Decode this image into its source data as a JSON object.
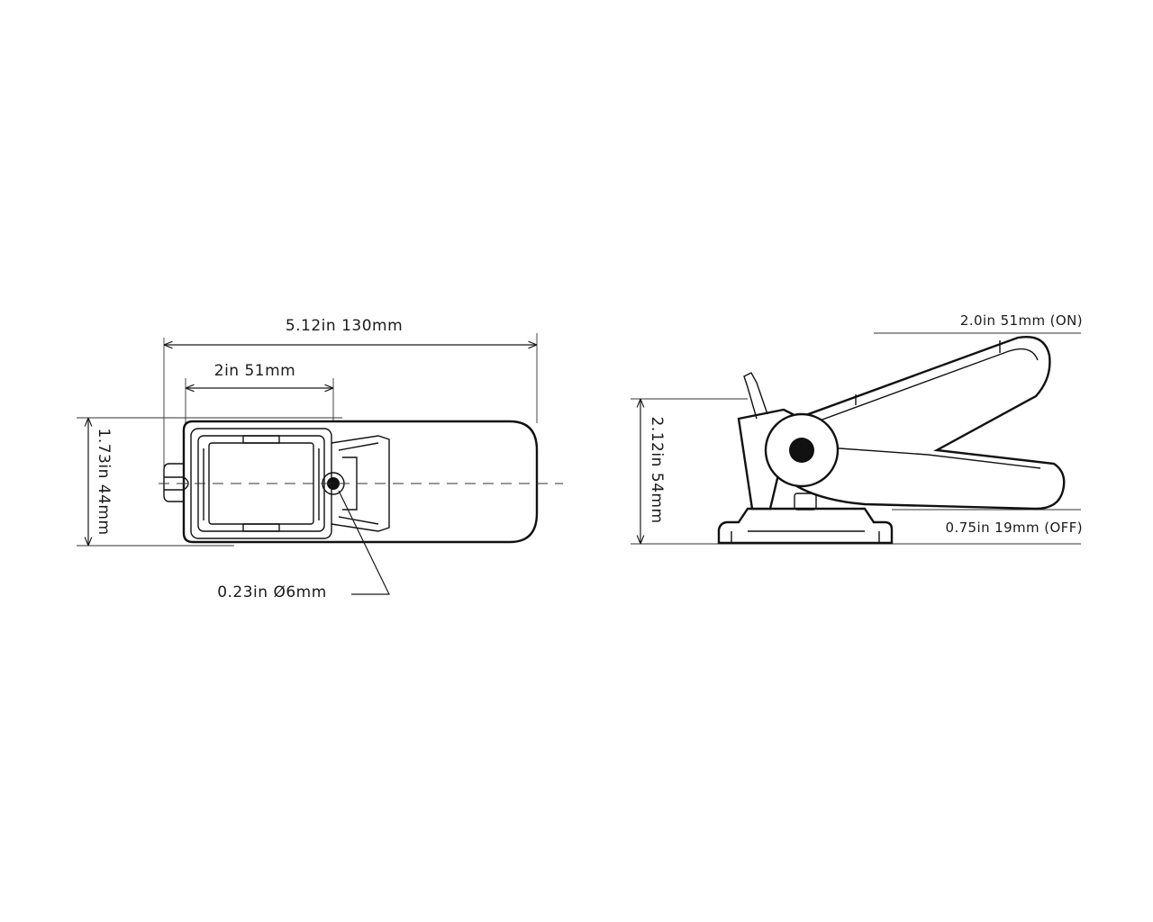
{
  "top_view": {
    "overall_length_label": "5.12in  130mm",
    "inner_width_label": "2in  51mm",
    "height_label": "1.73in  44mm",
    "hole_label": "0.23in  Ø6mm"
  },
  "side_view": {
    "on_height_label": "2.0in  51mm (ON)",
    "total_height_label": "2.12in  54mm",
    "off_height_label": "0.75in  19mm (OFF)"
  }
}
